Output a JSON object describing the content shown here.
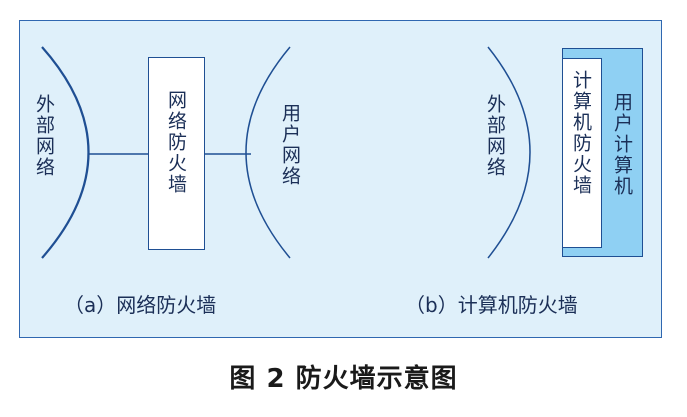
{
  "panel_a": {
    "external_network": "外部网络",
    "firewall": "网络防火墙",
    "user_network": "用户网络",
    "caption": "（a）网络防火墙"
  },
  "panel_b": {
    "external_network": "外部网络",
    "host_firewall": "计算机防火墙",
    "user_computer": "用户计算机",
    "caption": "（b）计算机防火墙"
  },
  "figure_title": "图 2  防火墙示意图",
  "colors": {
    "panel_background": "#dff0fa",
    "panel_border": "#2f67b0",
    "line": "#1f4f93",
    "text": "#1b2f57",
    "user_computer_fill": "#8fd0f3"
  }
}
